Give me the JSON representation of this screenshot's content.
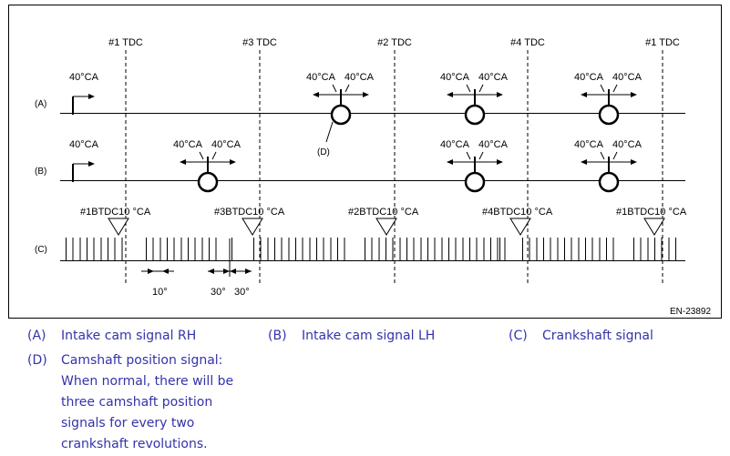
{
  "figure": {
    "tdc_labels": [
      "#1 TDC",
      "#3 TDC",
      "#2 TDC",
      "#4 TDC",
      "#1 TDC"
    ],
    "row_labels": [
      "(A)",
      "(B)",
      "(C)"
    ],
    "angle_label": "40°CA",
    "crank_markers": [
      "#1BTDC10 °CA",
      "#3BTDC10 °CA",
      "#2BTDC10 °CA",
      "#4BTDC10 °CA",
      "#1BTDC10 °CA"
    ],
    "callout_d": "(D)",
    "dim_10": "10°",
    "dim_30a": "30°",
    "dim_30b": "30°",
    "figure_id": "EN-23892"
  },
  "legend": [
    {
      "code": "(A)",
      "text": "Intake cam signal RH"
    },
    {
      "code": "(B)",
      "text": "Intake cam signal LH"
    },
    {
      "code": "(C)",
      "text": "Crankshaft signal"
    },
    {
      "code": "(D)",
      "text": "Camshaft position signal: When normal, there will be three camshaft position signals for every two crankshaft revolutions."
    }
  ],
  "colors": {
    "legend_text": "#3333aa",
    "line": "#000000",
    "frame": "#000000"
  }
}
